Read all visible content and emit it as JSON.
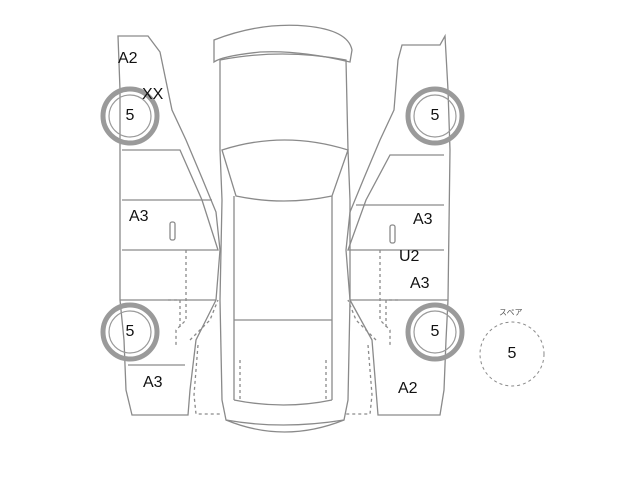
{
  "tires": {
    "front_left": "5",
    "front_right": "5",
    "rear_left": "5",
    "rear_right": "5"
  },
  "spare": {
    "caption": "スペア",
    "value": "5"
  },
  "damage_marks": {
    "left_front_fender": "A2",
    "left_front_wheel": "XX",
    "left_front_door": "A3",
    "left_rear_quarter": "A3",
    "right_front_door": "A3",
    "right_rear_door_upper": "U2",
    "right_rear_door_lower": "A3",
    "right_rear_quarter": "A2"
  },
  "colors": {
    "line": "#8a8a8a",
    "tire_ring": "#9a9a9a",
    "text": "#111111"
  }
}
